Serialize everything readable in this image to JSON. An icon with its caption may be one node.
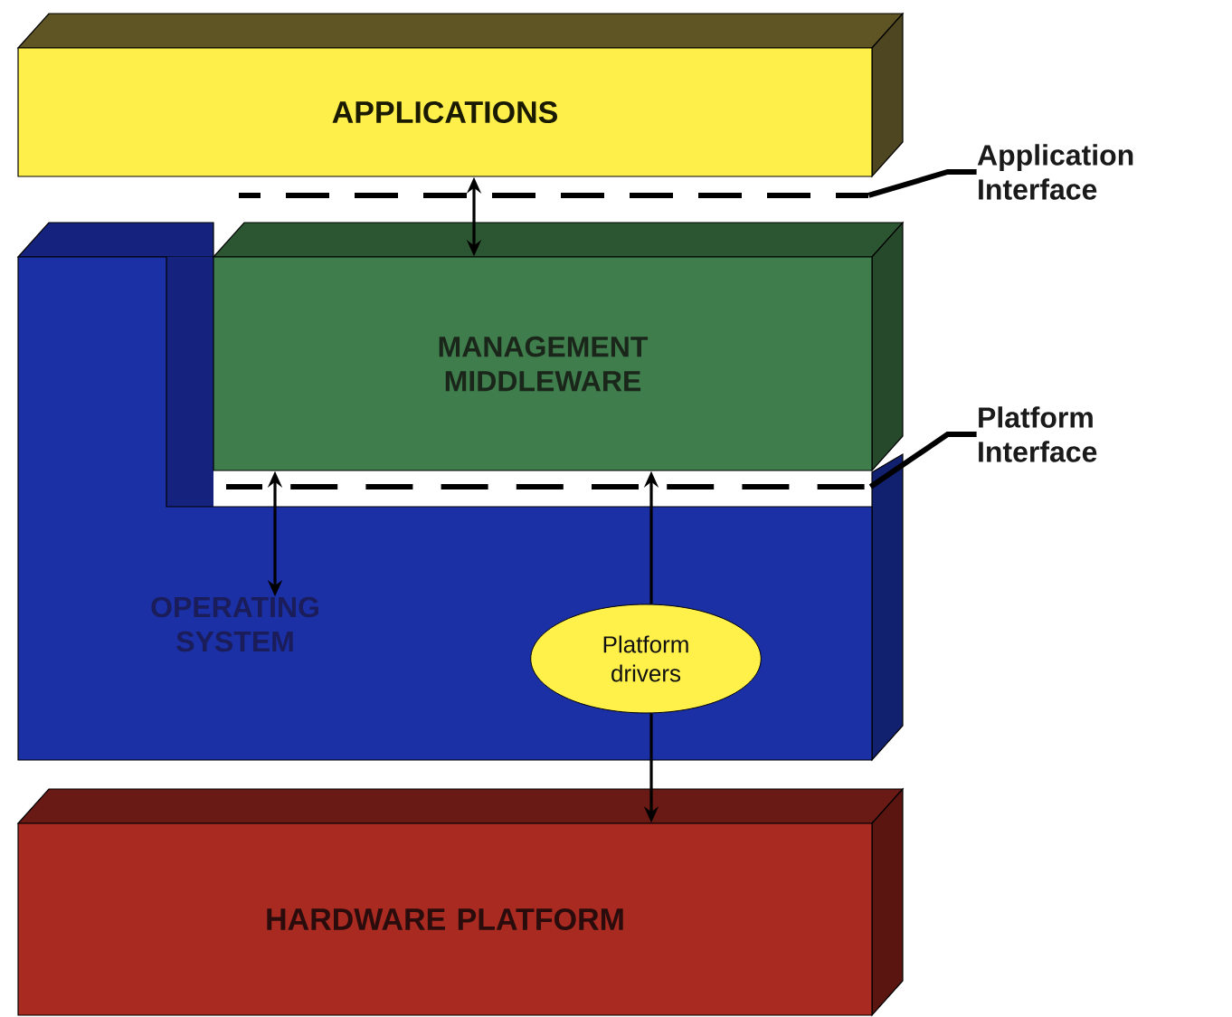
{
  "diagram": {
    "nodes": [
      {
        "text": [
          "APPLICATIONS"
        ]
      },
      {
        "text": [
          "MANAGEMENT MIDDLEWARE"
        ]
      },
      {
        "text": [
          "OPERATING SYSTEM"
        ]
      },
      {
        "text": [
          "Platform drivers"
        ],
        "in": 2
      },
      {
        "text": [
          "HARDWARE PLATFORM"
        ]
      },
      {
        "text": [
          "Application Interface"
        ]
      },
      {
        "text": [
          "Platform Interface"
        ]
      },
      {
        "text": [],
        "shape": "line"
      },
      {
        "text": [],
        "shape": "line"
      }
    ],
    "edges": [
      {
        "from": 0,
        "to": 1,
        "arrow": "both"
      },
      {
        "from": 1,
        "to": 2,
        "arrow": "both"
      },
      {
        "from": 3,
        "to": 1,
        "arrow": "to"
      },
      {
        "from": 3,
        "to": 4,
        "arrow": "to"
      },
      {
        "from": 5,
        "to": 7,
        "arrow": "none"
      },
      {
        "from": 6,
        "to": 8,
        "arrow": "none"
      }
    ]
  }
}
